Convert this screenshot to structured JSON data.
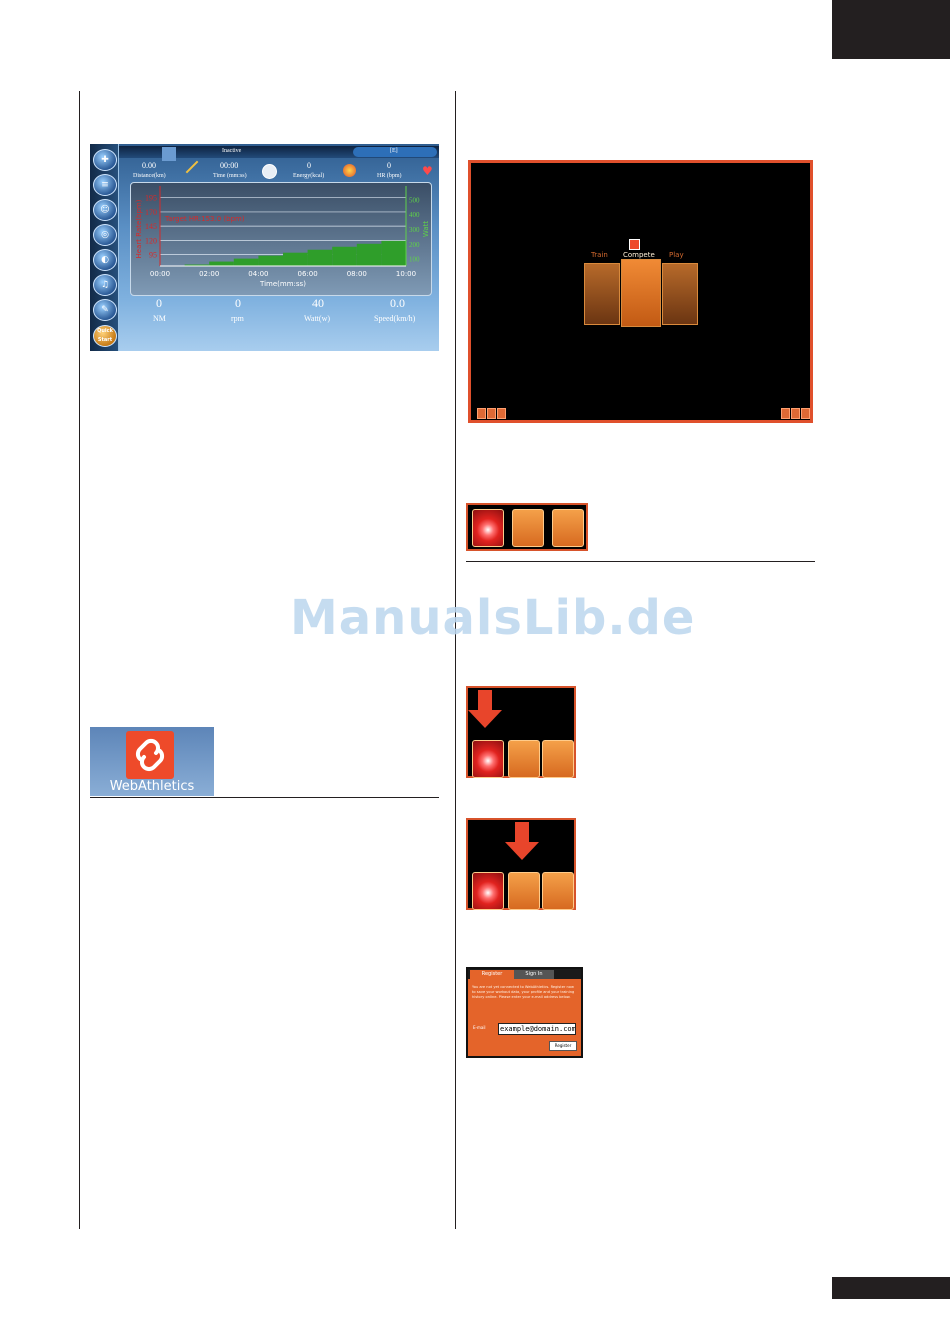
{
  "watermark": "ManualsLib.de",
  "console": {
    "status": "Inactive",
    "profile": "[E]",
    "metrics": [
      {
        "value": "0.00",
        "label": "Distance(km)"
      },
      {
        "value": "00:00",
        "label": "Time (mm:ss)"
      },
      {
        "value": "0",
        "label": "Energy(kcal)"
      },
      {
        "value": "0",
        "label": "HR (bpm)"
      }
    ],
    "sidebar_quick": "Quick Start",
    "bottom_stats": [
      {
        "value": "0",
        "label": "NM"
      },
      {
        "value": "0",
        "label": "rpm"
      },
      {
        "value": "40",
        "label": "Watt(w)"
      },
      {
        "value": "0.0",
        "label": "Speed(km/h)"
      }
    ],
    "target_hr_text": "Target HR:153.0 (bpm)",
    "colors": {
      "hr_axis": "#d62a2a",
      "watt_axis": "#5fd04a",
      "bars": "#2f9e2a"
    }
  },
  "chart_data": {
    "type": "bar",
    "xlabel": "Time(mm:ss)",
    "ylabel": "Heart Rate(bpm)",
    "y2label": "Watt",
    "x_ticks": [
      "00:00",
      "02:00",
      "04:00",
      "06:00",
      "08:00",
      "10:00"
    ],
    "y_ticks": [
      95,
      120,
      145,
      170,
      195
    ],
    "y2_ticks": [
      100,
      200,
      300,
      400,
      500
    ],
    "ylim": [
      75,
      205
    ],
    "y2lim": [
      50,
      550
    ],
    "xlim": [
      0,
      10
    ],
    "grid": true,
    "series": [
      {
        "x": [
          0,
          1,
          2,
          3,
          4,
          5,
          6,
          7,
          8,
          9
        ],
        "values": [
          40,
          60,
          80,
          100,
          120,
          140,
          160,
          180,
          200,
          220
        ]
      }
    ]
  },
  "mode_screen": {
    "labels": [
      "Train",
      "Compete",
      "Play"
    ],
    "header_text": "Train  Compete  Play"
  },
  "webathletics": {
    "label": "WebAthletics"
  },
  "register": {
    "tabs": [
      "Register",
      "Sign In"
    ],
    "text": "You are not yet connected to WebAthletics. Register now to save your workout data, your profile and your training history online. Please enter your e-mail address below.",
    "email_label": "E-mail",
    "email_value": "example@domain.com",
    "button": "Register"
  }
}
